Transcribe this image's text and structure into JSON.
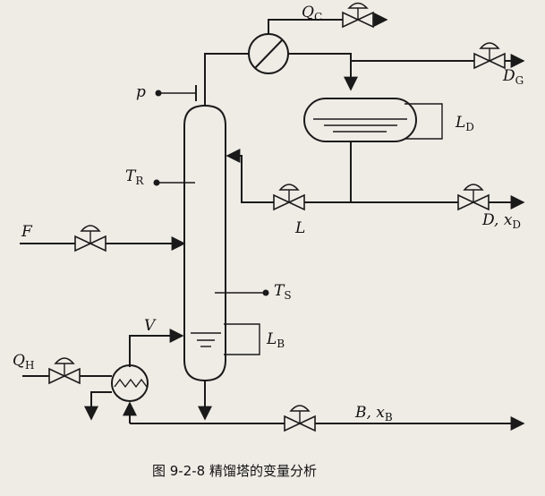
{
  "labels": {
    "qc": {
      "main": "Q",
      "sub": "C"
    },
    "dg": {
      "main": "D",
      "sub": "G"
    },
    "p": {
      "main": "p",
      "sub": ""
    },
    "ld": {
      "main": "L",
      "sub": "D"
    },
    "tr": {
      "main": "T",
      "sub": "R"
    },
    "d": {
      "main": "D, x",
      "sub": "D"
    },
    "f": {
      "main": "F",
      "sub": ""
    },
    "l": {
      "main": "L",
      "sub": ""
    },
    "ts": {
      "main": "T",
      "sub": "S"
    },
    "v": {
      "main": "V",
      "sub": ""
    },
    "lb": {
      "main": "L",
      "sub": "B"
    },
    "qh": {
      "main": "Q",
      "sub": "H"
    },
    "b": {
      "main": "B, x",
      "sub": "B"
    }
  },
  "caption": "图 9-2-8   精馏塔的变量分析"
}
